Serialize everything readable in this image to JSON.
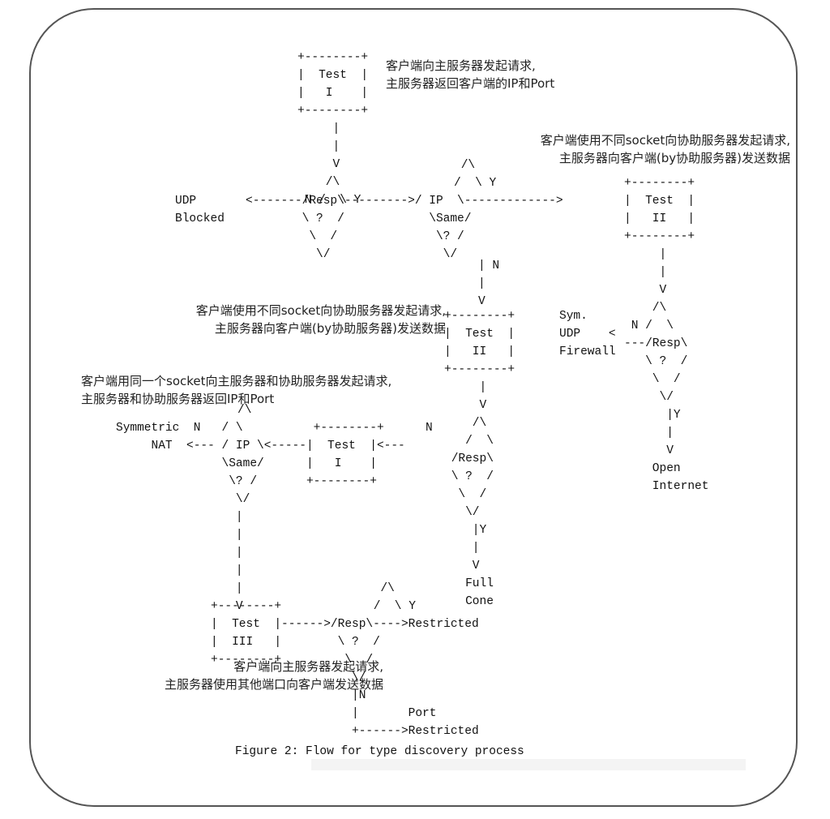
{
  "diagram": {
    "ascii_art": [
      "                    +--------+",
      "                    |  Test  |",
      "                    |   I    |",
      "                    +--------+",
      "                         |",
      "                         |",
      "                         V",
      "                        /\\",
      "                     N /  \\ Y",
      "UDP       <-------/Resp\\--------->/ IP  \\------------->|  Test  |",
      "Blocked              \\ ?  /                \\Same/           |   II   |",
      "                      \\  /                  \\? /            +--------+",
      "                       \\/                    \\/                  |",
      "                                              | N                 |",
      "                                              |                   V",
      "                                              V                  /\\",
      "                                                           N /  \\",
      "                                                   Sym.     N  /  \\",
      "                                                   UDP   <---/Resp\\",
      "                                                   Firewall   \\ ?  /",
      "                                                               \\  /",
      "                                                                \\/",
      "                                                                |Y",
      "                                                                |",
      "                                                                V",
      "                                                             Open",
      "                                                             Internet"
    ],
    "figure_caption": "Figure 2: Flow for type discovery process",
    "annotations": {
      "test1_top": "客户端向主服务器发起请求,\n主服务器返回客户端的IP和Port",
      "test2_right": "客户端使用不同socket向协助服务器发起请求,\n主服务器向客户端(by协助服务器)发送数据",
      "test2_left": "客户端使用不同socket向协助服务器发起请求,\n主服务器向客户端(by协助服务器)发送数据",
      "test1_mid": "客户端用同一个socket向主服务器和协助服务器发起请求,\n主服务器和协助服务器返回IP和Port",
      "test3": "客户端向主服务器发起请求,\n主服务器使用其他端口向客户端发送数据"
    },
    "blocks": {
      "top": "+--------+\n|  Test  |\n|   I    |\n+--------+\n     |\n     |\n     V\n    /\\\n N /  \\ Y",
      "row1": "UDP       <-------/Resp\\--------->/ IP  \\------------->|  Test  |\nBlocked              \\ ?  /              \\Same/              |   II   |\n                      \\  /                \\? /               +--------+\n                       \\/                  \\/                     |",
      "diamond2_top": "/\\\n/  \\ Y",
      "test2_box_right": "+--------+\n|  Test  |\n|   II   |\n+--------+\n     |\n     |\n     V\n    /\\\n N /  \\\n---/Resp\\\n   \\ ?  /\n    \\  /\n     \\/\n      |Y\n      |\n      V\n    Open\n    Internet",
      "sym_udp": "Sym.\nUDP   <\nFirewall",
      "mid_n": "| N\n|\nV",
      "test2_box_mid": "+--------+\n|  Test  |\n|   II   |\n+--------+\n     |\n     V\n    /\\\nN  /  \\\n<--- /Resp\\\n     \\ ?  /\n      \\  /\n       \\/\n        |Y\n        |\n        V\n       Full\n       Cone",
      "symmetric": "Symmetric  N  /\\  \n  NAT  <--- / IP \\<-----|  Test  |<---\n            \\Same/      |   I    |\n             \\? /       +--------+\n              \\/\n              |\n              |\n              |\n              |\n              V",
      "test1_mid_box": "+--------+\n|  Test  |\n|   I    |\n+--------+",
      "test3_box": "+--------+\n|  Test  |\n|  III   |\n+--------+",
      "restricted": "/\\\n/  \\ Y\n------>/Resp\\---->Restricted\n       \\ ?  /\n        \\  /\n         \\/\n         |N\n         |        Port\n         +------>Restricted"
    }
  }
}
